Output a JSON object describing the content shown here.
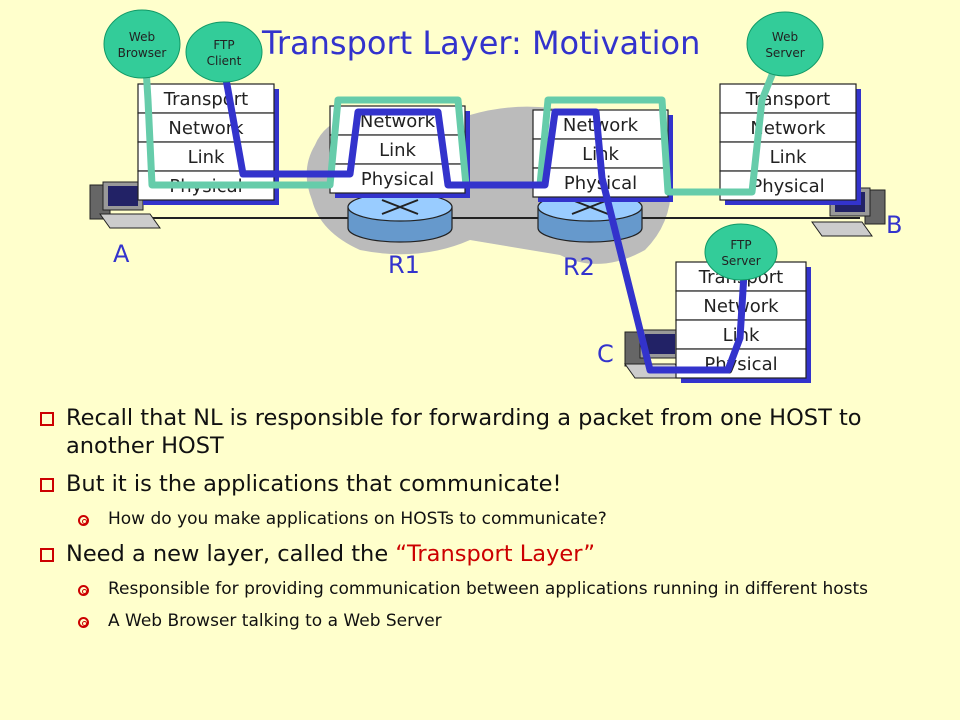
{
  "title": "Transport Layer: Motivation",
  "hosts": {
    "a": {
      "letter": "A",
      "layers": [
        "Transport",
        "Network",
        "Link",
        "Physical"
      ]
    },
    "b": {
      "letter": "B",
      "layers": [
        "Transport",
        "Network",
        "Link",
        "Physical"
      ]
    },
    "c": {
      "letter": "C",
      "layers": [
        "Transport",
        "Network",
        "Link",
        "Physical"
      ]
    }
  },
  "routers": {
    "r1": {
      "label": "R1",
      "layers": [
        "Network",
        "Link",
        "Physical"
      ]
    },
    "r2": {
      "label": "R2",
      "layers": [
        "Network",
        "Link",
        "Physical"
      ]
    }
  },
  "apps": {
    "web_browser": [
      "Web",
      "Browser"
    ],
    "ftp_client": [
      "FTP",
      "Client"
    ],
    "web_server": [
      "Web",
      "Server"
    ],
    "ftp_server": [
      "FTP",
      "Server"
    ]
  },
  "colors": {
    "background": "#FFFFCC",
    "title": "#3333CC",
    "stack_shadow": "#3333CC",
    "path_green": "#66CCAA",
    "path_blue": "#3333CC",
    "bubble": "#33CC99",
    "cloud": "#BBBBBB",
    "router_body": "#6699CC",
    "bullet_marker": "#CC0000"
  },
  "bullets": [
    {
      "level": 1,
      "text": "Recall that NL is responsible for forwarding a packet from one HOST to another HOST"
    },
    {
      "level": 1,
      "text": "But it is the applications that communicate!"
    },
    {
      "level": 2,
      "text": "How do you make applications on HOSTs to communicate?"
    },
    {
      "level": 1,
      "text_before": "Need a new layer, called the ",
      "highlight": "“Transport Layer”"
    },
    {
      "level": 2,
      "text": "Responsible for providing communication between applications running in different hosts"
    },
    {
      "level": 2,
      "text": "A Web Browser talking to a Web Server"
    }
  ]
}
